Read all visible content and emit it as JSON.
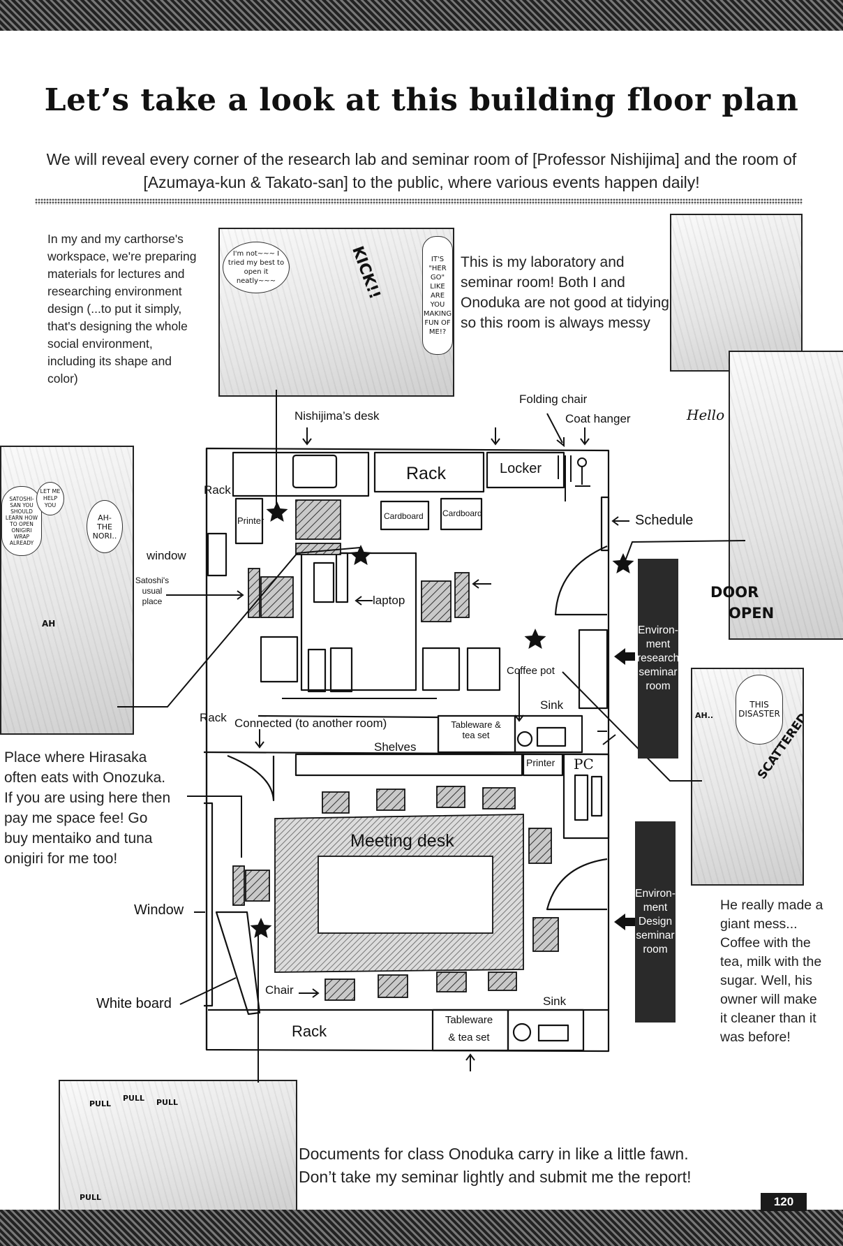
{
  "header": {
    "title": "Let’s take a look at this building floor plan",
    "subtitle_line1": "We will reveal every corner of the research lab and seminar room of [Professor Nishijima] and the room of",
    "subtitle_line2": "[Azumaya-kun & Takato-san] to the public, where various events happen daily!"
  },
  "notes": {
    "workspace": "In my and my carthorse's workspace, we're preparing materials for lectures and researching environment design (...to put it simply, that's designing the whole social environment, including its shape and color)",
    "lab": "This is my laboratory and seminar room! Both I and Onoduka are not good at tidying so this room is always messy",
    "hirasaka": "Place where Hirasaka often eats with Onozuka. If you are using here then pay me space fee! Go buy mentaiko and tuna onigiri for me too!",
    "mess": "He really made a giant mess... Coffee with the tea, milk with the sugar. Well, his owner will make it cleaner than it was before!",
    "documents": "Documents for class Onoduka carry in like a little fawn. Don’t take my seminar lightly and submit me the report!"
  },
  "panels": {
    "top": {
      "bubble_left": "I'm not~~~ I tried my best to open it neatly~~~",
      "sfx": "KICK!!",
      "bubble_right": "IT'S \"HER GO\" LIKE ARE YOU MAKING FUN OF ME!?"
    },
    "left": {
      "bubble_a": "SATOSHI-SAN YOU SHOULD LEARN HOW TO OPEN ONIGIRI WRAP ALREADY",
      "bubble_b": "LET ME HELP YOU",
      "bubble_c": "AH- THE NORI..",
      "sfx": "AH"
    },
    "right": {
      "hello": "Hello",
      "door_open_1": "DOOR",
      "door_open_2": "OPEN"
    },
    "disaster": {
      "bubble": "THIS DISASTER",
      "sfx_ah": "AH..",
      "sfx": "SCATTERED"
    },
    "bottom": {
      "pull1": "PULL",
      "pull2": "PULL",
      "pull3": "PULL",
      "pull4": "PULL"
    }
  },
  "plan_labels": {
    "nishijima_desk": "Nishijima’s desk",
    "folding_chair": "Folding chair",
    "coat_hanger": "Coat hanger",
    "rack_top": "Rack",
    "locker": "Locker",
    "rack_left": "Rack",
    "printer_top": "Printer",
    "cardboard1": "Cardboard",
    "cardboard2": "Cardboard",
    "schedule": "Schedule",
    "window_top": "window",
    "satoshi_place": "Satoshi's usual place",
    "laptop": "laptop",
    "coffee_pot": "Coffee pot",
    "sink_top": "Sink",
    "rack_mid": "Rack",
    "connected": "Connected (to another room)",
    "tableware_top_1": "Tableware &",
    "tableware_top_2": "tea set",
    "shelves": "Shelves",
    "printer_mid": "Printer",
    "pc": "PC",
    "meeting_desk": "Meeting desk",
    "window_bottom": "Window",
    "white_board": "White board",
    "chair": "Chair",
    "rack_bottom": "Rack",
    "tableware_bottom_1": "Tableware",
    "tableware_bottom_2": "& tea set",
    "sink_bottom": "Sink",
    "seminar_research": "Environ- ment research seminar room",
    "seminar_design": "Environ- ment Design seminar room"
  },
  "page_number": "120"
}
